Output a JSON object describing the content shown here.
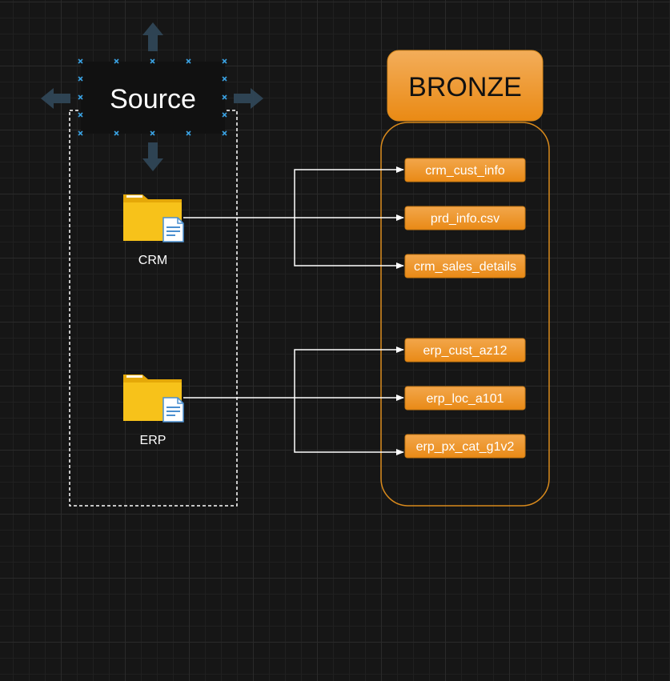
{
  "source": {
    "title": "Source",
    "systems": [
      {
        "label": "CRM",
        "icon": "folder-document-icon"
      },
      {
        "label": "ERP",
        "icon": "folder-document-icon"
      }
    ]
  },
  "bronze": {
    "title": "BRONZE",
    "crm_tables": [
      "crm_cust_info",
      "prd_info.csv",
      "crm_sales_details"
    ],
    "erp_tables": [
      "erp_cust_az12",
      "erp_loc_a101",
      "erp_px_cat_g1v2"
    ]
  },
  "colors": {
    "background": "#161616",
    "accent_orange": "#f0961e",
    "bronze_border": "#d98a1c",
    "connector": "#ffffff",
    "selection_handle": "#3aa0e0",
    "folder": "#f7c21a"
  }
}
